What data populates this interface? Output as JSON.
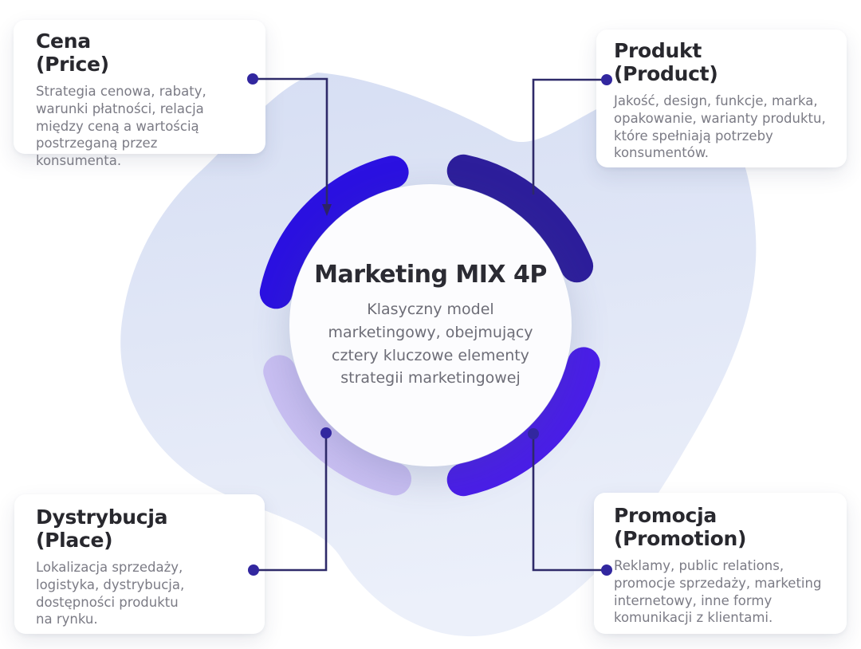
{
  "center": {
    "title": "Marketing MIX 4P",
    "subtitle": "Klasyczny model\nmarketingowy, obejmujący\ncztery kluczowe elementy\nstrategii marketingowej"
  },
  "cards": [
    {
      "id": "price",
      "title": "Cena\n(Price)",
      "body": "Strategia cenowa, rabaty,\nwarunki płatności, relacja\nmiędzy ceną a wartością\npostrzeganą przez konsumenta."
    },
    {
      "id": "product",
      "title": "Produkt\n(Product)",
      "body": "Jakość, design, funkcje, marka,\nopakowanie, warianty produktu,\nktóre spełniają potrzeby\nkonsumentów."
    },
    {
      "id": "place",
      "title": "Dystrybucja\n(Place)",
      "body": "Lokalizacja sprzedaży,\nlogistyka, dystrybucja,\ndostępności produktu\nna rynku."
    },
    {
      "id": "promotion",
      "title": "Promocja\n(Promotion)",
      "body": "Reklamy, public relations,\npromocje sprzedaży, marketing\ninternetowy, inne formy\nkomunikacji z klientami."
    }
  ],
  "colors": {
    "arc_price": "#2b11e1",
    "arc_product": "#2d1e9b",
    "arc_place": "#c9bff2",
    "arc_promotion": "#4a1de9",
    "connector": "#2e2a69",
    "dot": "#32279f",
    "arrow": "#2d2365",
    "blob_top": "#d6def3",
    "blob_bottom": "#ecf0fa",
    "circle_fill": "#fcfcfe",
    "title_text": "#2b2b33",
    "body_text": "#7b7b85"
  }
}
